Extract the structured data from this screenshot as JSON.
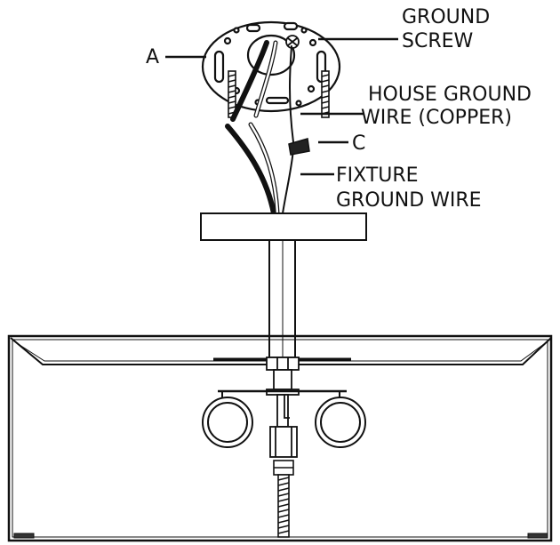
{
  "labels": {
    "a": "A",
    "ground_screw_line1": "GROUND",
    "ground_screw_line2": "SCREW",
    "house_ground_line1": "HOUSE GROUND",
    "house_ground_line2": "WIRE (COPPER)",
    "c": "C",
    "fixture_ground_line1": "FIXTURE",
    "fixture_ground_line2": "GROUND WIRE"
  },
  "colors": {
    "ink": "#111111",
    "paper": "#ffffff",
    "connector": "#222222"
  }
}
